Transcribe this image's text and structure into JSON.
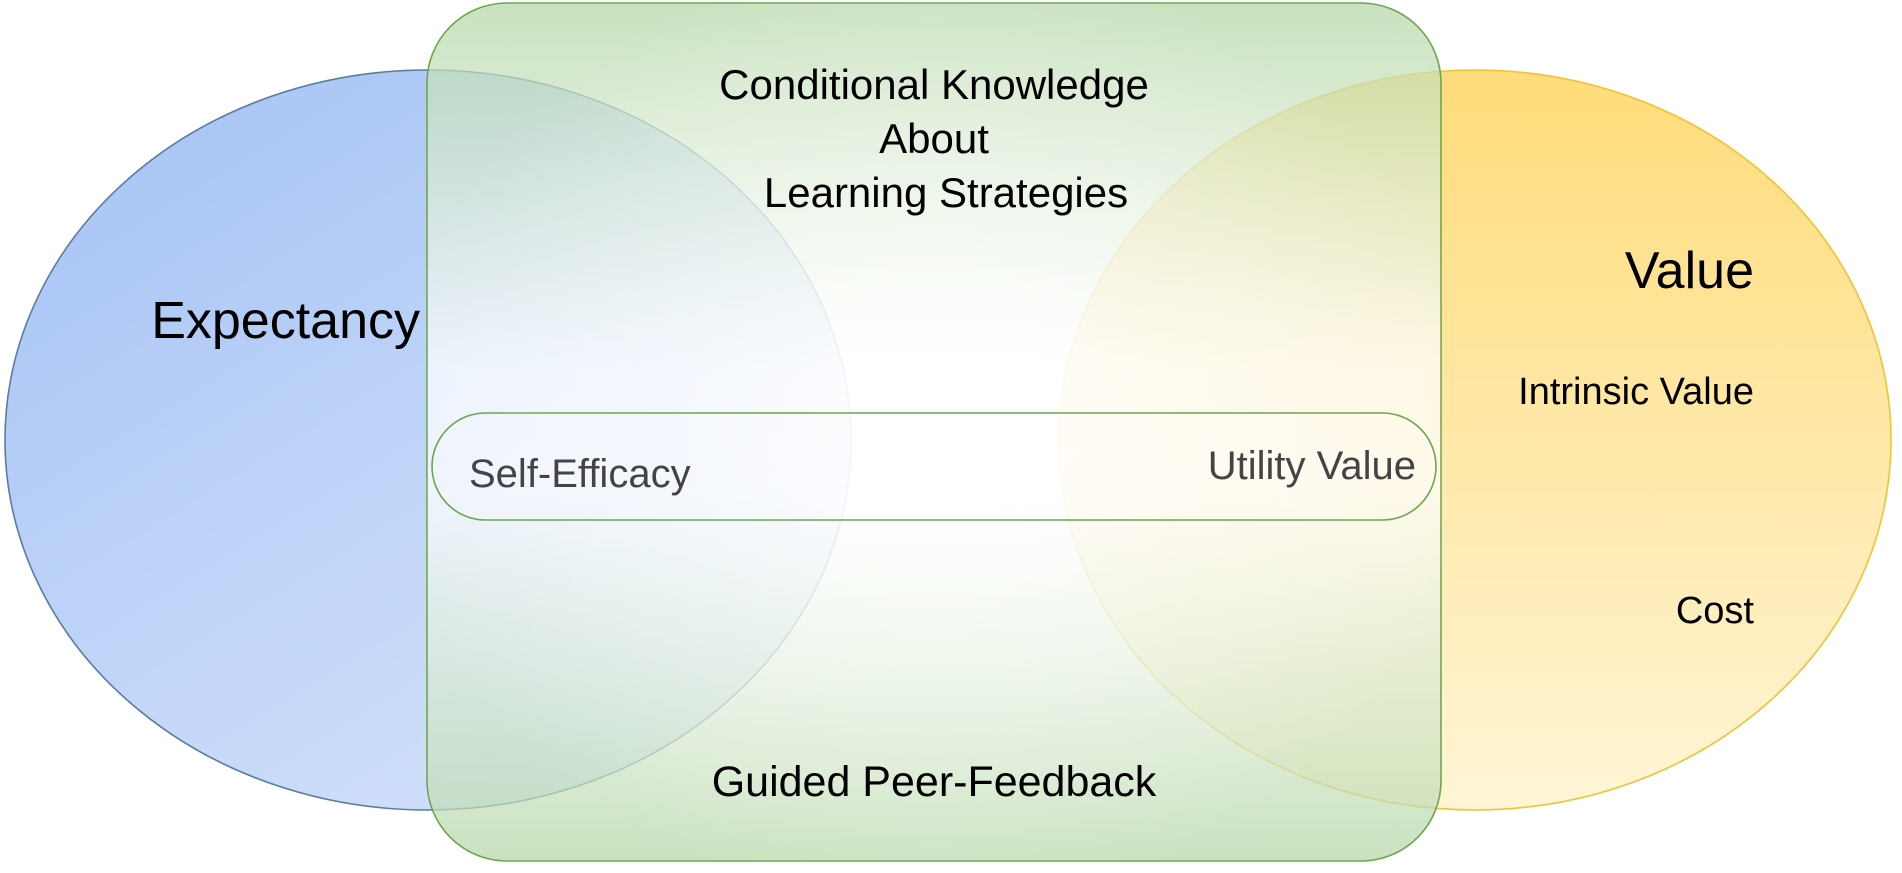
{
  "expectancy": {
    "label": "Expectancy",
    "items": [
      "Self-Efficacy"
    ],
    "color": "#a4c2f4",
    "stroke": "#5b7c9e"
  },
  "value": {
    "label": "Value",
    "items": [
      "Intrinsic Value",
      "Utility Value",
      "Cost"
    ],
    "color": "#ffd966",
    "stroke": "#f1c232"
  },
  "intervention": {
    "top_lines": [
      "Conditional Knowledge",
      "About",
      "Learning Strategies"
    ],
    "bottom_label": "Guided Peer-Feedback",
    "color": "#b6d7a8",
    "stroke": "#6aa84f"
  }
}
